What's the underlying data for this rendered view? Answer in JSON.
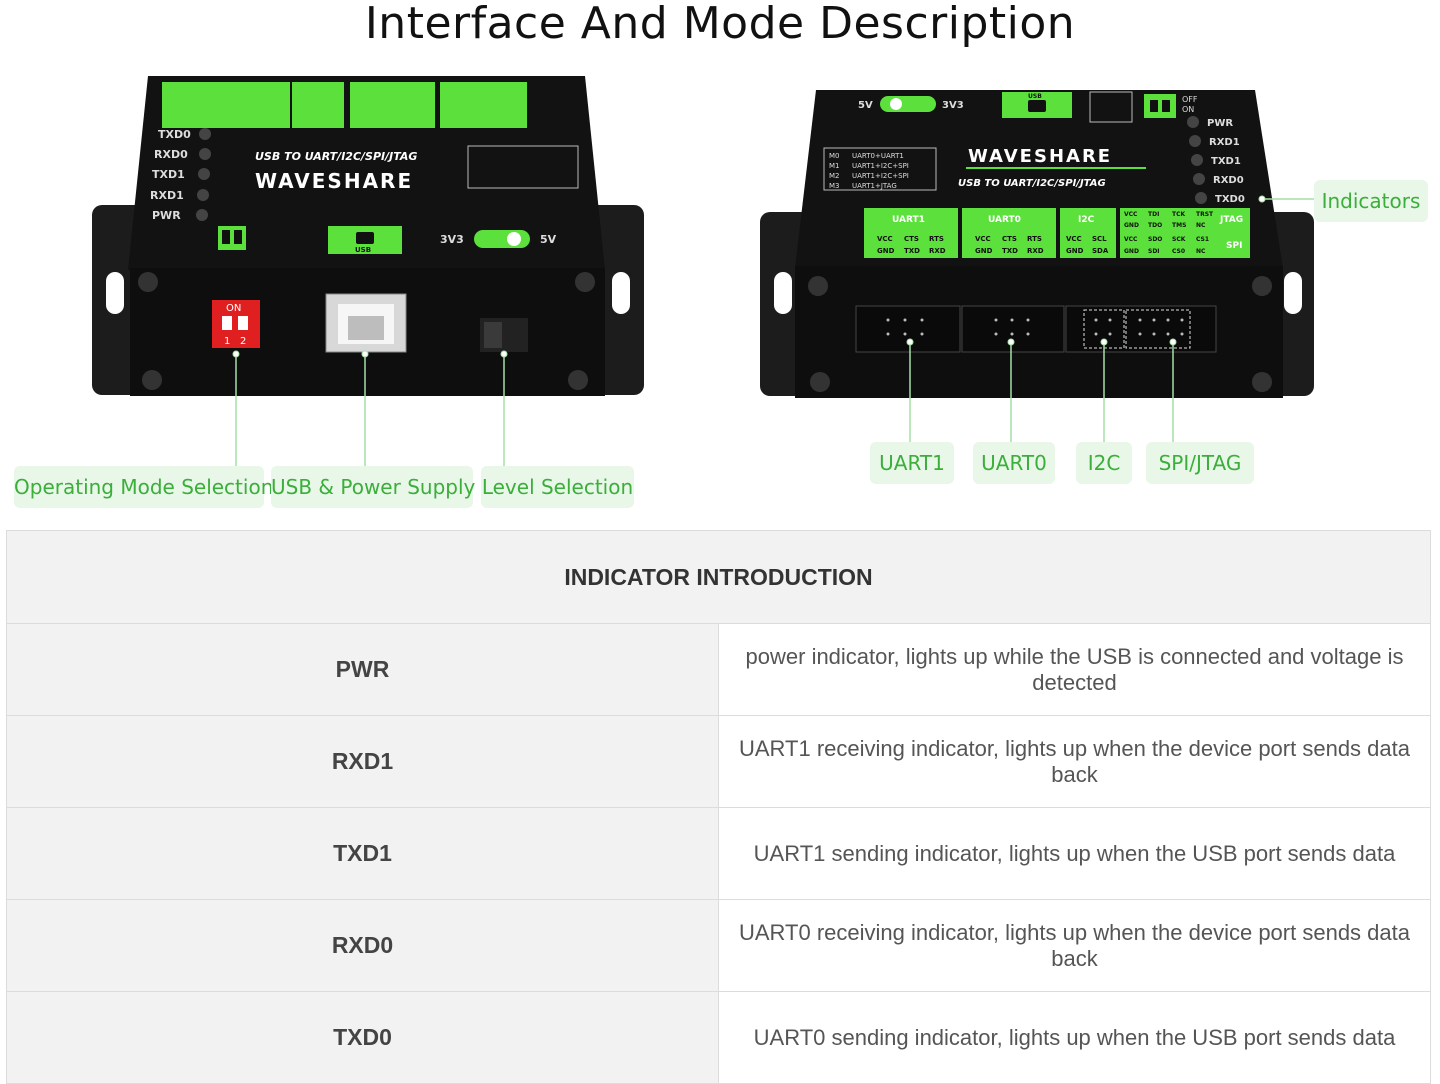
{
  "page_title": "Interface And Mode Description",
  "left_device": {
    "brand": "WAVESHARE",
    "subtitle": "USB TO UART/I2C/SPI/JTAG",
    "leds": [
      "TXD0",
      "RXD0",
      "TXD1",
      "RXD1",
      "PWR"
    ],
    "usb_label": "USB",
    "level_labels": [
      "3V3",
      "5V"
    ],
    "dip_on": "ON",
    "dip_nums": [
      "1",
      "2"
    ]
  },
  "right_device": {
    "brand": "WAVESHARE",
    "subtitle": "USB TO UART/I2C/SPI/JTAG",
    "level_labels": [
      "5V",
      "3V3"
    ],
    "usb_label": "USB",
    "switch_labels": [
      "OFF",
      "ON"
    ],
    "leds": [
      "PWR",
      "RXD1",
      "TXD1",
      "RXD0",
      "TXD0"
    ],
    "mode_table": [
      "UART0+UART1",
      "UART1+I2C+SPI",
      "UART1+I2C+SPI",
      "UART1+JTAG"
    ],
    "mode_keys": [
      "M0",
      "M1",
      "M2",
      "M3"
    ],
    "port_headers": [
      "UART1",
      "UART0",
      "I2C",
      "JTAG",
      "SPI"
    ],
    "pins_uart1": [
      "VCC",
      "CTS",
      "RTS",
      "GND",
      "TXD",
      "RXD"
    ],
    "pins_uart0": [
      "VCC",
      "CTS",
      "RTS",
      "GND",
      "TXD",
      "RXD"
    ],
    "pins_i2c": [
      "VCC",
      "SCL",
      "GND",
      "SDA"
    ],
    "pins_jtag": [
      "VCC",
      "TDI",
      "TCK",
      "TRST",
      "GND",
      "TDO",
      "TMS",
      "NC"
    ],
    "pins_spi": [
      "VCC",
      "SDO",
      "SCK",
      "CS1",
      "GND",
      "SDI",
      "CS0",
      "NC"
    ]
  },
  "callouts": {
    "operating_mode": "Operating Mode Selection",
    "usb_power": "USB & Power Supply",
    "level": "Level Selection",
    "indicators": "Indicators",
    "uart1": "UART1",
    "uart0": "UART0",
    "i2c": "I2C",
    "spi_jtag": "SPI/JTAG"
  },
  "table": {
    "header": "INDICATOR INTRODUCTION",
    "rows": [
      {
        "key": "PWR",
        "desc": "power indicator, lights up while the USB is connected and voltage is detected"
      },
      {
        "key": "RXD1",
        "desc": "UART1 receiving indicator, lights up when the device port sends data back"
      },
      {
        "key": "TXD1",
        "desc": "UART1 sending indicator, lights up when the USB port sends data"
      },
      {
        "key": "RXD0",
        "desc": "UART0 receiving indicator, lights up when the device port sends data back"
      },
      {
        "key": "TXD0",
        "desc": "UART0 sending indicator, lights up when the USB port sends data"
      }
    ]
  },
  "colors": {
    "accent_green": "#5ce03c",
    "callout_text": "#3bae3b",
    "callout_bg": "#e8f7e8",
    "device_body": "#161616",
    "dip_red": "#e02020"
  }
}
